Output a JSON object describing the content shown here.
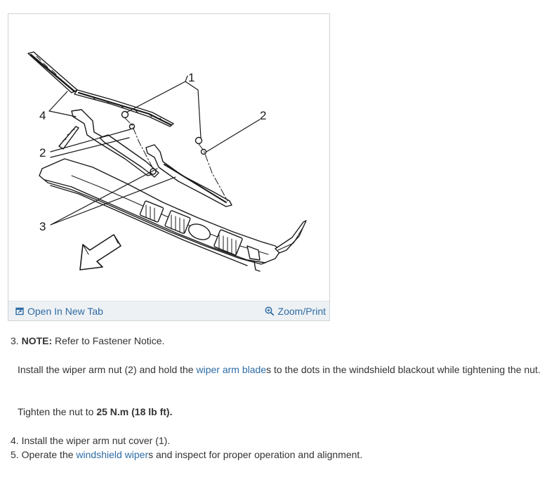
{
  "figure": {
    "callouts": [
      "1",
      "2",
      "2",
      "3",
      "4"
    ],
    "open_tab_label": "Open In New Tab",
    "zoom_print_label": "Zoom/Print",
    "icons": [
      "open-in-new-tab-icon",
      "zoom-in-icon"
    ]
  },
  "steps": {
    "step3": {
      "number": "3.",
      "note_label": "NOTE:",
      "note_text": " Refer to Fastener Notice.",
      "install_pre": "Install the wiper arm nut (2) and hold the ",
      "install_link": "wiper arm blade",
      "install_post": "s to the dots in the windshield blackout while tightening the nut.",
      "tighten_pre": "Tighten the nut to ",
      "tighten_value": "25 N.m (18 lb ft)."
    },
    "step4": {
      "number": "4.",
      "text": "Install the wiper arm nut cover (1)."
    },
    "step5": {
      "number": "5.",
      "pre": "Operate the ",
      "link": "windshield wiper",
      "post": "s and inspect for proper operation and alignment."
    }
  },
  "colors": {
    "link": "#2e6ca4",
    "text": "#333333",
    "toolbar_bg": "#eef1f4",
    "border": "#cfd3d6"
  }
}
